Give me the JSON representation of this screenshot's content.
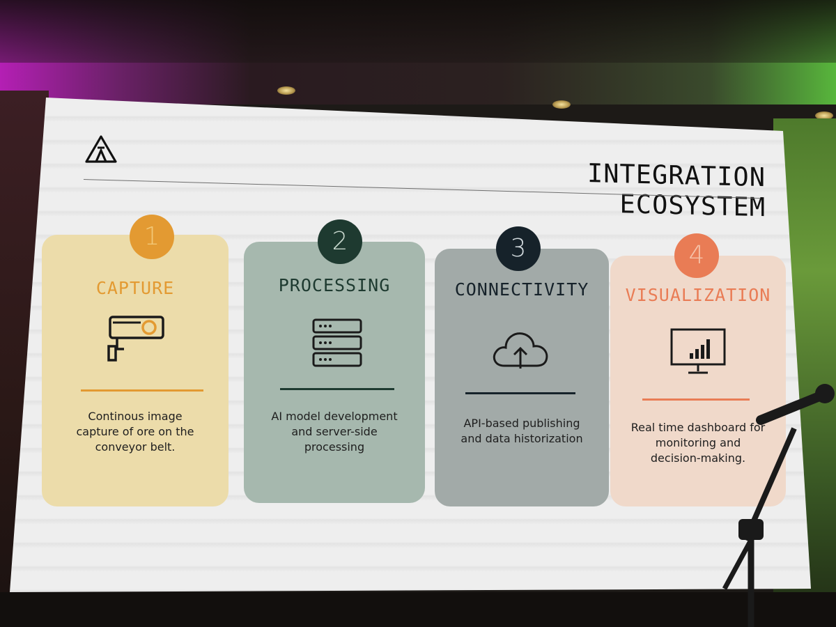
{
  "slide": {
    "title": "INTEGRATION ECOSYSTEM",
    "cards": [
      {
        "number": "1",
        "title": "CAPTURE",
        "icon": "security-camera-icon",
        "description": "Continous image\ncapture of ore on the\nconveyor belt."
      },
      {
        "number": "2",
        "title": "PROCESSING",
        "icon": "server-rack-icon",
        "description": "AI model development\nand server-side\nprocessing"
      },
      {
        "number": "3",
        "title": "CONNECTIVITY",
        "icon": "cloud-upload-icon",
        "description": "API-based publishing\nand data historization"
      },
      {
        "number": "4",
        "title": "VISUALIZATION",
        "icon": "dashboard-monitor-icon",
        "description": "Real time dashboard for\nmonitoring and\ndecision-making."
      }
    ]
  },
  "colors": {
    "capture_card": "#ecdcaa",
    "capture_accent": "#e39a32",
    "processing_card": "#a6b8ae",
    "processing_accent": "#1e3a30",
    "connectivity_card": "#a2aaa8",
    "connectivity_accent": "#16222a",
    "visualization_card": "#f0d9ca",
    "visualization_accent": "#e97c55"
  }
}
